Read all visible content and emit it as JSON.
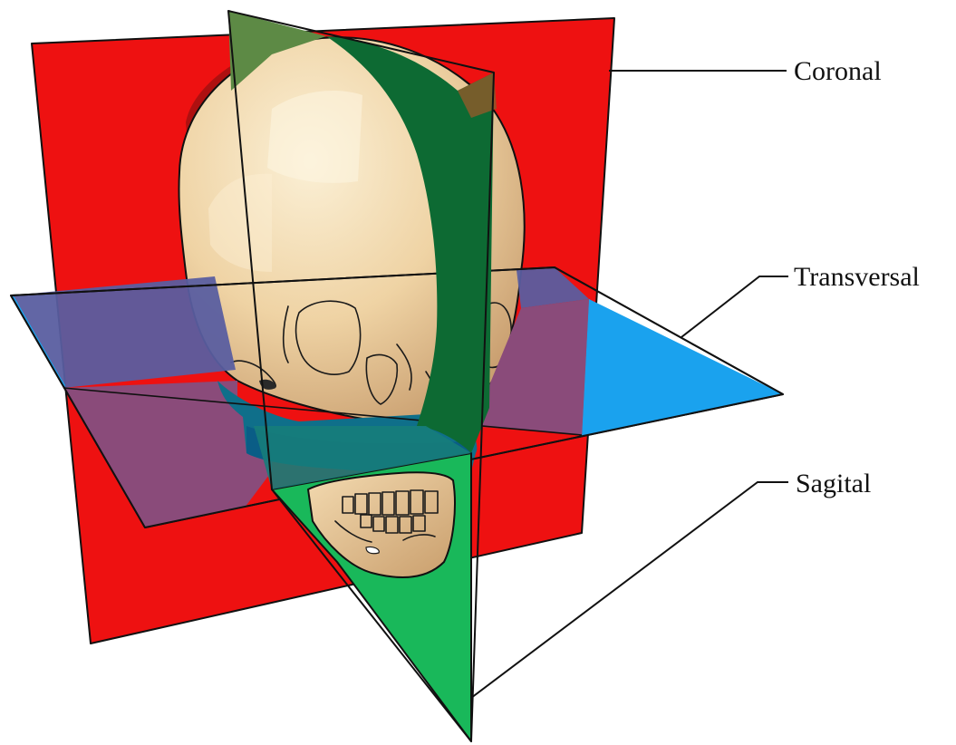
{
  "labels": {
    "coronal": "Coronal",
    "transversal": "Transversal",
    "sagital": "Sagital"
  },
  "colors": {
    "coronal_plane": "#ee1111",
    "transversal_plane": "#1aa2ee",
    "sagital_plane": "#19b85a",
    "sagital_shadow": "#0d6a33",
    "skull_bone": "#f3dcb2",
    "overlap_purple": "#8a4b7a",
    "overlap_teal": "#0f6f8a"
  },
  "icons": {
    "skull": "skull-illustration"
  }
}
